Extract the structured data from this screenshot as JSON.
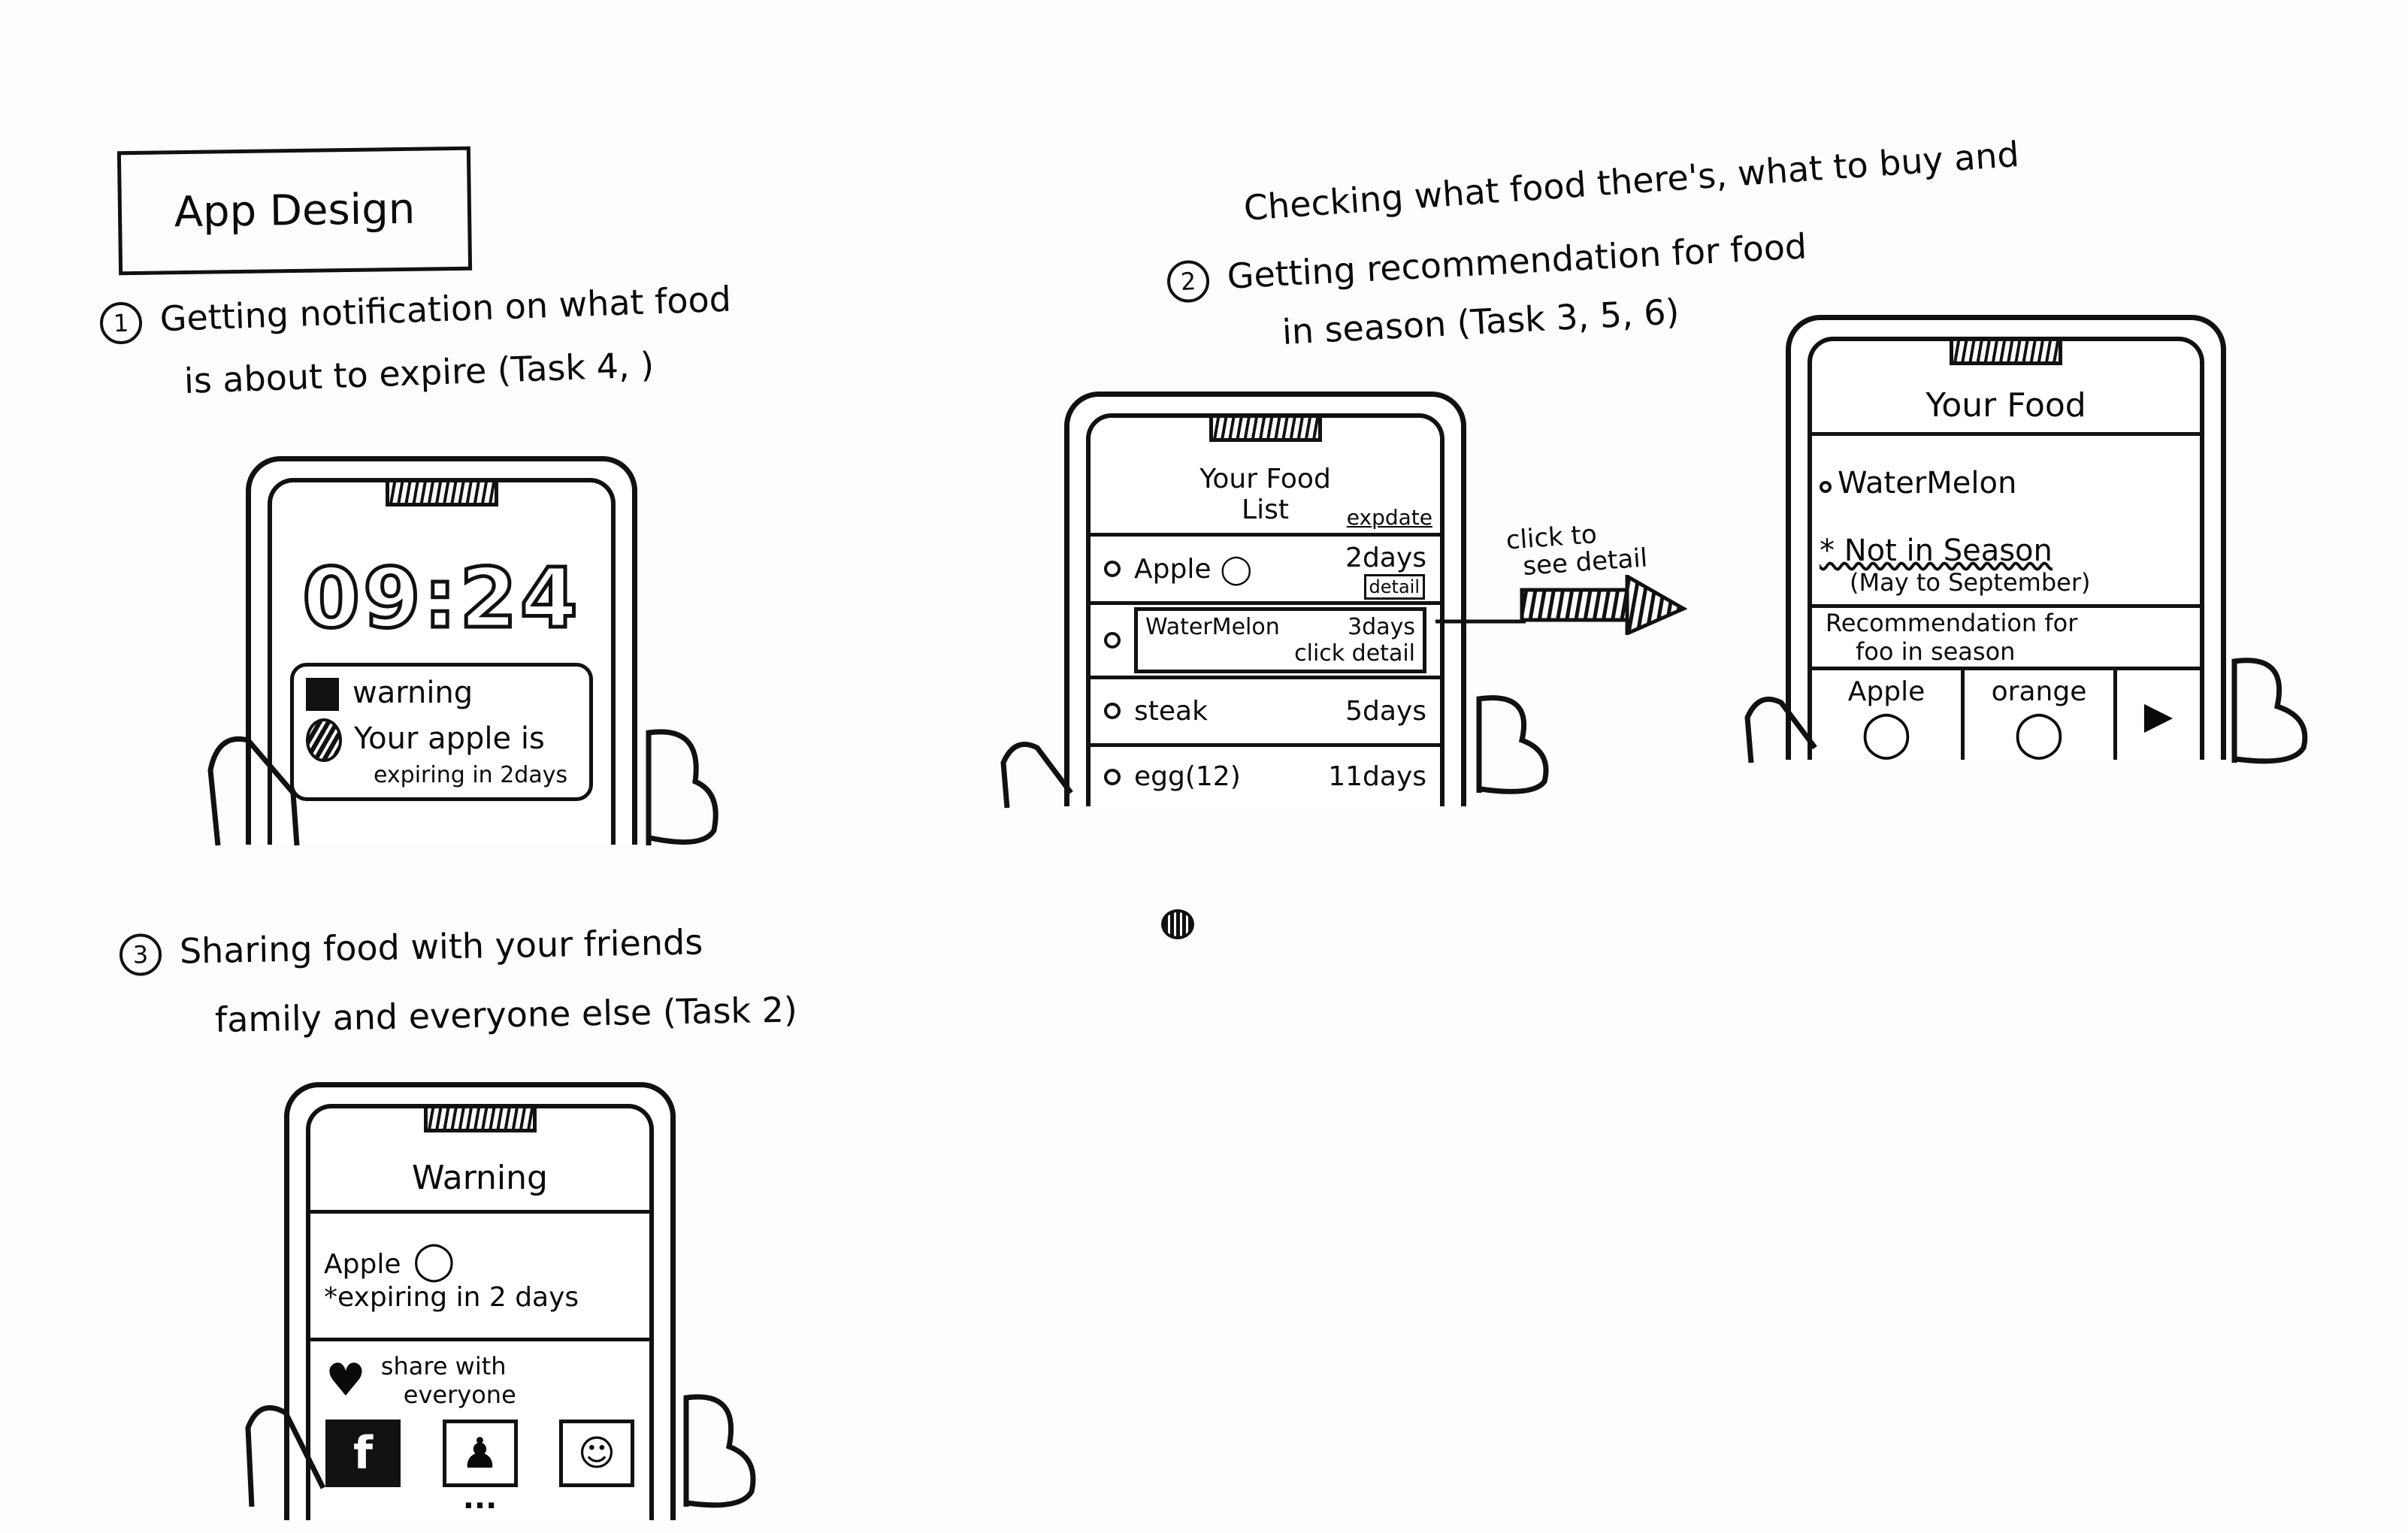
{
  "title": "App Design",
  "sections": [
    {
      "number": "1",
      "lines": [
        "Getting notification on what food",
        "is about to expire (Task 4, )"
      ]
    },
    {
      "number": "2",
      "pre": "Checking what food there's, what to buy and",
      "lines": [
        "Getting recommendation for food",
        "in season (Task 3, 5, 6)"
      ]
    },
    {
      "number": "3",
      "lines": [
        "Sharing food with your friends",
        "family and everyone else (Task 2)"
      ]
    }
  ],
  "lock_screen": {
    "time": "09:24",
    "notif_title": "warning",
    "notif_body": "Your apple is",
    "notif_sub": "expiring in 2days"
  },
  "food_list": {
    "title": "Your Food",
    "subtitle": "List",
    "column": "expdate",
    "items": [
      {
        "name": "Apple",
        "days": "2days",
        "action": "detail"
      },
      {
        "name": "WaterMelon",
        "days": "3days",
        "action": "click detail"
      },
      {
        "name": "steak",
        "days": "5days"
      },
      {
        "name": "egg(12)",
        "days": "11days"
      }
    ]
  },
  "annotation": {
    "line1": "click to",
    "line2": "see detail"
  },
  "detail": {
    "title": "Your Food",
    "item": "WaterMelon",
    "note": "* Not in Season",
    "range": "(May to September)",
    "rec_title": "Recommendation for",
    "rec_sub": "foo in season",
    "recs": [
      "Apple",
      "orange"
    ]
  },
  "share": {
    "title": "Warning",
    "item": "Apple",
    "note": "*expiring in 2 days",
    "share_1": "share with",
    "share_2": "everyone",
    "more": "..."
  },
  "hand_letters": {
    "left": "A",
    "right": "B"
  }
}
